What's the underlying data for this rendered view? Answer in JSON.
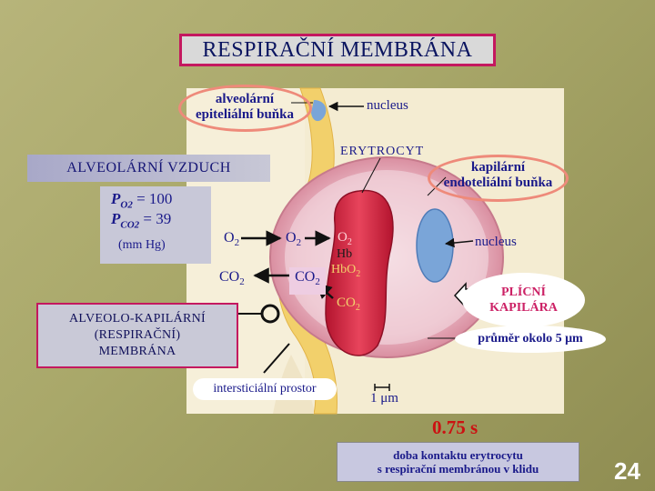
{
  "title": "RESPIRAČNÍ MEMBRÁNA",
  "labels": {
    "alveolar_cell": [
      "alveolární",
      "epiteliální buňka"
    ],
    "nucleus_top": "nucleus",
    "erytrocyt": "ERYTROCYT",
    "capillary_cell": [
      "kapilární",
      "endoteliální buňka"
    ],
    "alveolar_air": "ALVEOLÁRNÍ VZDUCH",
    "po2_label": "P",
    "po2_sub": "O2",
    "po2_value": "= 100",
    "pco2_label": "P",
    "pco2_sub": "CO2",
    "pco2_value": "= 39",
    "unit": "(mm Hg)",
    "o2_left": "O",
    "o2_mid": "O",
    "o2_rbc": "O",
    "o2_sub": "2",
    "hb": "Hb",
    "hbo2": "HbO",
    "co2_left": "CO",
    "co2_mid": "CO",
    "co2_rbc": "CO",
    "nucleus_right": "nucleus",
    "membrane": [
      "ALVEOLO-KAPILÁRNÍ",
      "(RESPIRAČNÍ)",
      "MEMBRÁNA"
    ],
    "pulmonary_capillary": [
      "PLÍCNÍ",
      "KAPILÁRA"
    ],
    "diameter": "průměr okolo 5 μm",
    "interstitial": "intersticiální prostor",
    "scale": "1 μm",
    "contact_time": "0.75 s",
    "contact_desc": [
      "doba kontaktu erytrocytu",
      "s respirační membránou v klidu"
    ],
    "slide_number": "24"
  },
  "colors": {
    "title_border": "#c4185f",
    "erythrocyte": "#d8334f",
    "capillary": "#e9b9c4",
    "nucleus": "#7aa5d8",
    "epithelium": "#f2d06b"
  }
}
